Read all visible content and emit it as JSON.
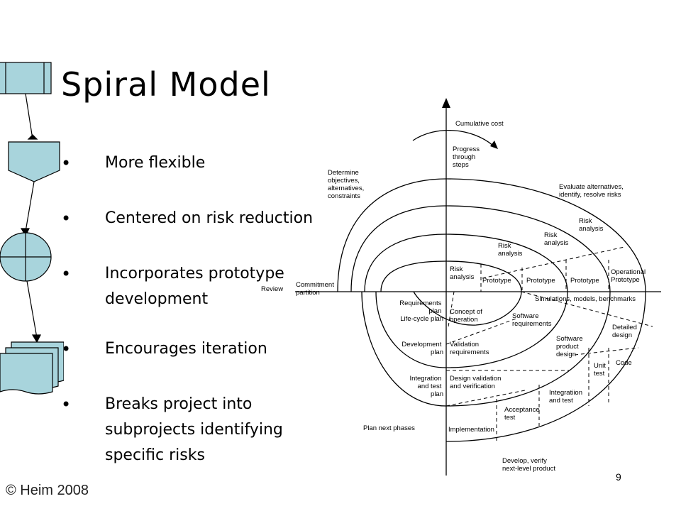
{
  "slide": {
    "title": "Spiral Model",
    "bullets": [
      {
        "lines": [
          "More flexible"
        ]
      },
      {
        "lines": [
          "Centered on risk reduction"
        ]
      },
      {
        "lines": [
          "Incorporates prototype",
          "development"
        ]
      },
      {
        "lines": [
          "Encourages iteration"
        ]
      },
      {
        "lines": [
          "Breaks project into",
          "subprojects identifying",
          "specific risks"
        ]
      }
    ],
    "copyright": "© Heim 2008",
    "page_number": "9"
  },
  "diagram": {
    "cumulative_cost": "Cumulative cost",
    "progress": [
      "Progress",
      "through",
      "steps"
    ],
    "determine": [
      "Determine",
      "objectives,",
      "alternatives,",
      "constraints"
    ],
    "evaluate": [
      "Evaluate alternatives,",
      "identify, resolve risks"
    ],
    "risk_analysis": [
      "Risk",
      "analysis"
    ],
    "prototype": "Prototype",
    "operational_prototype": [
      "Operational",
      "Prototype"
    ],
    "review": "Review",
    "commitment": [
      "Commitment",
      "partition"
    ],
    "simulations": "Simulations, models, benchmarks",
    "requirements_plan": [
      "Requirements",
      "plan",
      "Life-cycle plan"
    ],
    "concept_of_operation": [
      "Concept of",
      "operation"
    ],
    "software_requirements": [
      "Software",
      "requirements"
    ],
    "detailed_design": [
      "Detailed",
      "design"
    ],
    "development_plan": [
      "Development",
      "plan"
    ],
    "validation_requirements": [
      "Validation",
      "requirements"
    ],
    "software_product_design": [
      "Software",
      "product",
      "design"
    ],
    "unit_test": [
      "Unit",
      "test"
    ],
    "code": "Code",
    "integration_test_plan": [
      "Integration",
      "and test",
      "plan"
    ],
    "design_validation": [
      "Design validation",
      "and verification"
    ],
    "integration_and_test": [
      "Integratiion",
      "and test"
    ],
    "acceptance_test": [
      "Acceptance",
      "test"
    ],
    "plan_next_phases": "Plan next phases",
    "implementation": "Implementation",
    "develop_verify": [
      "Develop, verify",
      "next-level product"
    ]
  }
}
